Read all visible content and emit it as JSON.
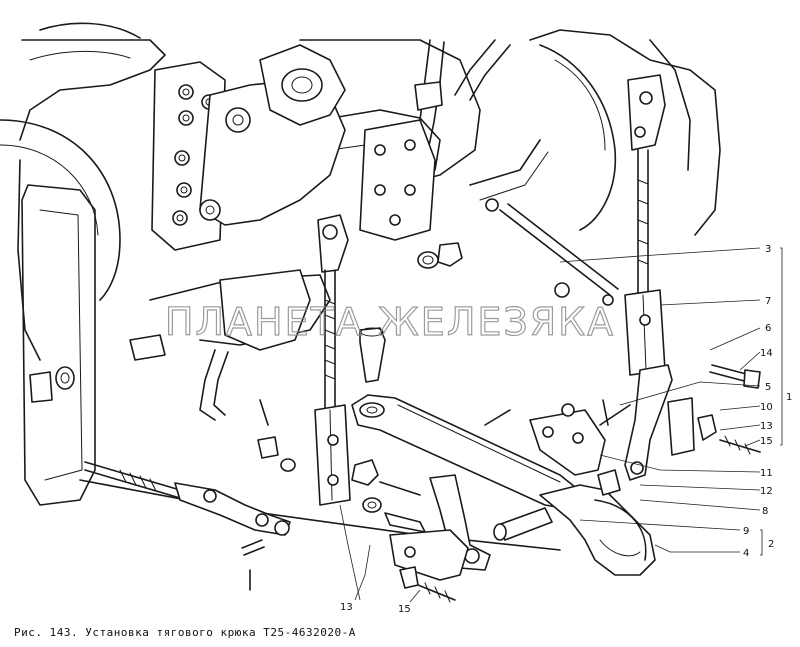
{
  "caption": "Рис. 143. Установка тягового крюка Т25-4632020-А",
  "watermark": "ПЛАНЕТА ЖЕЛЕЗЯКА",
  "callouts": [
    "1",
    "2",
    "3",
    "4",
    "5",
    "6",
    "7",
    "8",
    "9",
    "10",
    "11",
    "12",
    "13",
    "14",
    "15"
  ],
  "colors": {
    "line": "#1a1a1a",
    "background": "#ffffff",
    "watermark": "#8a8a8a"
  }
}
